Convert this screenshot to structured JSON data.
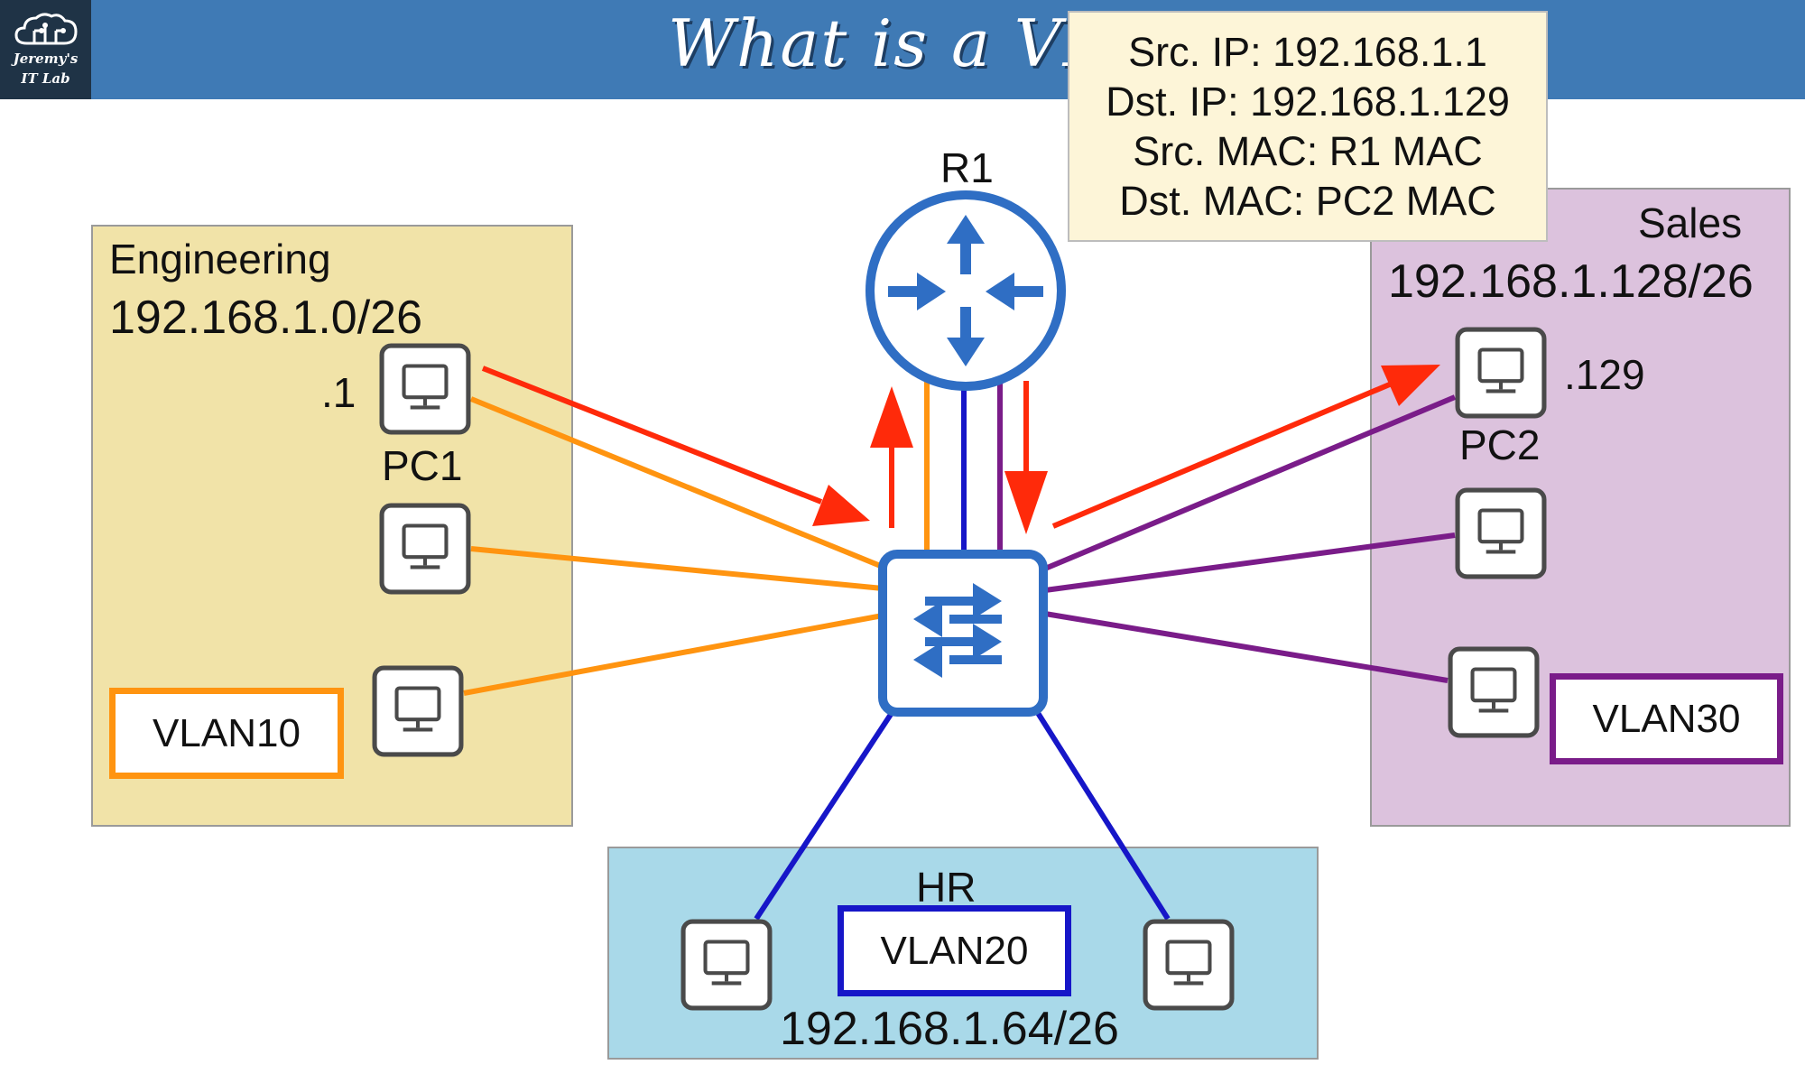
{
  "logo": {
    "line1": "Jeremy's",
    "line2": "IT Lab"
  },
  "title": "What is a VLAN?",
  "info_box": {
    "src_ip": "Src. IP: 192.168.1.1",
    "dst_ip": "Dst. IP: 192.168.1.129",
    "src_mac": "Src. MAC: R1 MAC",
    "dst_mac": "Dst. MAC: PC2 MAC"
  },
  "router": {
    "name": "R1"
  },
  "engineering": {
    "name": "Engineering",
    "subnet": "192.168.1.0/26",
    "vlan": "VLAN10",
    "pc1_name": "PC1",
    "pc1_ip": ".1"
  },
  "sales": {
    "name": "Sales",
    "subnet": "192.168.1.128/26",
    "vlan": "VLAN30",
    "pc2_name": "PC2",
    "pc2_ip": ".129"
  },
  "hr": {
    "name": "HR",
    "subnet": "192.168.1.64/26",
    "vlan": "VLAN20"
  },
  "colors": {
    "engineering_fill": "#f1e3a8",
    "sales_fill": "#dcc2dd",
    "hr_fill": "#a9d9e9",
    "vlan10_link": "#ff9410",
    "vlan20_link": "#1616c8",
    "vlan30_link": "#7a1c89",
    "arrow": "#ff2a0a",
    "cisco_blue": "#2f6ec4"
  }
}
